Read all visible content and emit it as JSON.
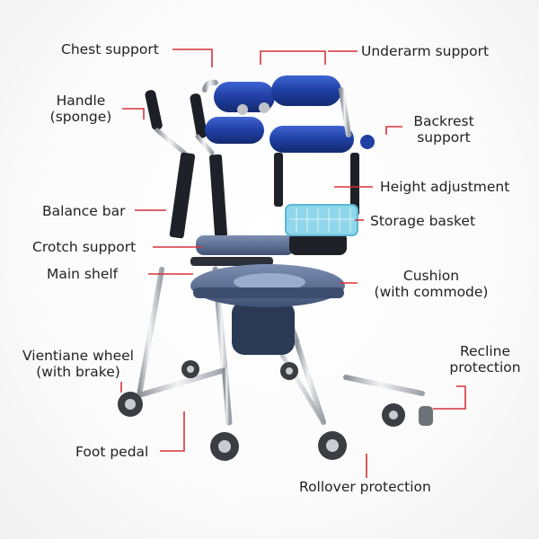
{
  "colors": {
    "leader": "#d6333a",
    "text": "#222222",
    "frame": "#bfc3c8",
    "foam": "#1f3fa3",
    "seat": "#5a6f93",
    "basket": "#8fd6ea"
  },
  "labels": {
    "chest_support": "Chest support",
    "underarm_support": "Underarm support",
    "handle_line1": "Handle",
    "handle_line2": "(sponge)",
    "backrest_line1": "Backrest",
    "backrest_line2": "support",
    "height_adjustment": "Height adjustment",
    "balance_bar": "Balance bar",
    "storage_basket": "Storage basket",
    "crotch_support": "Crotch support",
    "main_shelf": "Main shelf",
    "cushion_line1": "Cushion",
    "cushion_line2": "(with commode)",
    "wheel_line1": "Vientiane wheel",
    "wheel_line2": "(with brake)",
    "recline_line1": "Recline",
    "recline_line2": "protection",
    "foot_pedal": "Foot pedal",
    "rollover_protection": "Rollover protection"
  }
}
